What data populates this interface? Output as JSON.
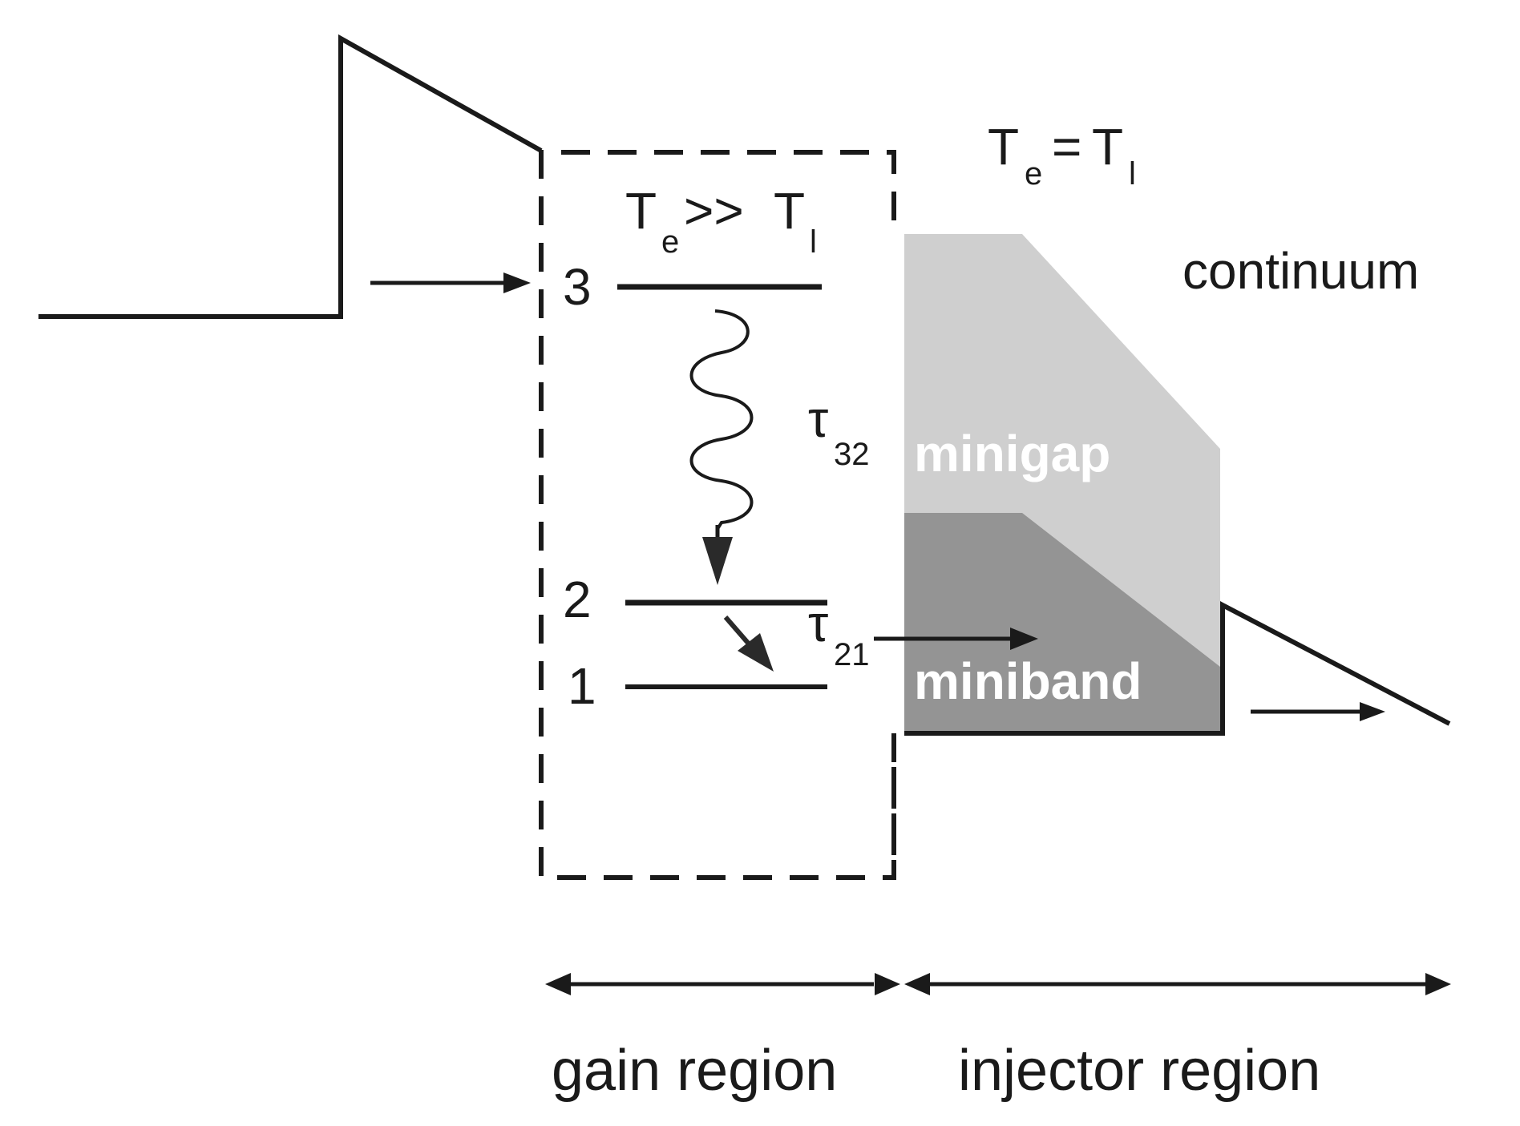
{
  "diagram": {
    "temperature": {
      "hot": {
        "t1": "T",
        "s1": "e",
        "op": ">>",
        "t2": "T",
        "s2": "l"
      },
      "equal": {
        "t1": "T",
        "s1": "e",
        "op": "=",
        "t2": "T",
        "s2": "l"
      }
    },
    "continuum_label": "continuum",
    "levels": [
      {
        "label": "3"
      },
      {
        "label": "2"
      },
      {
        "label": "1"
      }
    ],
    "lifetimes": {
      "tau32": {
        "symbol": "τ",
        "sub": "32"
      },
      "tau21": {
        "symbol": "τ",
        "sub": "21"
      }
    },
    "minigap_label": "minigap",
    "miniband_label": "miniband",
    "regions": {
      "gain": "gain region",
      "injector": "injector region"
    },
    "colors": {
      "line": "#1a1a1a",
      "minigap": "#cfcfcf",
      "miniband": "#949494",
      "band_text": "#ffffff"
    }
  }
}
